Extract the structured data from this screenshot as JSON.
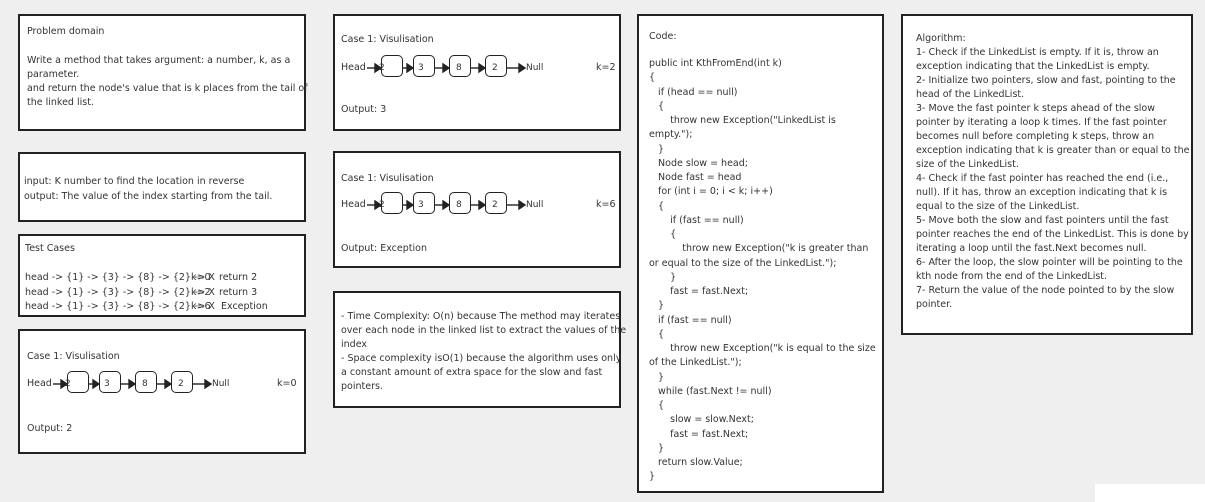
{
  "problem": {
    "title": "Problem domain",
    "line1": "Write a method that takes argument: a number, k, as a",
    "line2": "parameter.",
    "line3": "and return the node's value that is k places from the tail of",
    "line4": "the linked list."
  },
  "io": {
    "input": "input: K number to find the location in reverse",
    "output": "output:  The value of the index starting from the tail."
  },
  "tests": {
    "title": "Test Cases",
    "rows": [
      {
        "list": "head -> {1} -> {3} -> {8} -> {2} -> X",
        "k": "k=0",
        "result": "return  2"
      },
      {
        "list": "head -> {1} -> {3} -> {8} -> {2} -> X",
        "k": "k=2",
        "result": "return  3"
      },
      {
        "list": "head -> {1} -> {3} -> {8} -> {2} -> X",
        "k": "k=6",
        "result": "Exception"
      }
    ]
  },
  "cases": [
    {
      "title": "Case 1: Visulisation",
      "head": "Head",
      "nodes": [
        "2",
        "3",
        "8",
        "2"
      ],
      "null_label": "Null",
      "k": "k=0",
      "output": "Output:  2"
    },
    {
      "title": "Case 1: Visulisation",
      "head": "Head",
      "nodes": [
        "2",
        "3",
        "8",
        "2"
      ],
      "null_label": "Null",
      "k": "k=2",
      "output": "Output:  3"
    },
    {
      "title": "Case 1: Visulisation",
      "head": "Head",
      "nodes": [
        "2",
        "3",
        "8",
        "2"
      ],
      "null_label": "Null",
      "k": "k=6",
      "output": "Output:  Exception"
    }
  ],
  "complexity": {
    "time1": "- Time Complexity: O(n) because The method may iterates",
    "time2": "over each node in the linked list to extract the values of the",
    "time3": "index",
    "space1": "-  Space complexity isO(1)  because the algorithm uses only",
    "space2": "a constant amount of extra space for the slow and fast",
    "space3": "pointers."
  },
  "code": {
    "title": "Code:",
    "lines": [
      "public int KthFromEnd(int k)",
      "{",
      "   if (head == null)",
      "   {",
      "       throw new Exception(\"LinkedList is",
      "empty.\");",
      "   }",
      "   Node slow = head;",
      "   Node fast = head",
      "   for (int i = 0; i < k; i++)",
      "   {",
      "       if (fast == null)",
      "       {",
      "           throw new Exception(\"k is greater than",
      "or equal to the size of the LinkedList.\");",
      "       }",
      "       fast = fast.Next;",
      "   }",
      "   if (fast == null)",
      "   {",
      "       throw new Exception(\"k is equal to the size",
      "of the LinkedList.\");",
      "   }",
      "   while (fast.Next != null)",
      "   {",
      "       slow = slow.Next;",
      "       fast = fast.Next;",
      "   }",
      "   return slow.Value;",
      "}"
    ]
  },
  "algorithm": {
    "title": "Algorithm:",
    "lines": [
      "1- Check if the LinkedList is empty. If it is, throw an",
      "exception indicating that the LinkedList is empty.",
      "2- Initialize two pointers, slow and fast, pointing to the",
      "head of the LinkedList.",
      "3- Move the fast pointer k steps ahead of the slow",
      "pointer by iterating a loop k times. If the fast pointer",
      "becomes null before completing k steps, throw an",
      "exception indicating that k is greater than or equal to the",
      "size of the LinkedList.",
      "4- Check if the fast pointer has reached the end (i.e.,",
      "null). If it has, throw an exception indicating that k is",
      "equal to the size of the LinkedList.",
      "5- Move both the slow and fast pointers until the fast",
      "pointer reaches the end of the LinkedList. This is done by",
      "iterating a loop until the fast.Next becomes null.",
      "6- After the loop, the slow pointer will be pointing to the",
      "kth node from the end of the LinkedList.",
      "7- Return the value of the node pointed to by the slow",
      "pointer."
    ]
  }
}
